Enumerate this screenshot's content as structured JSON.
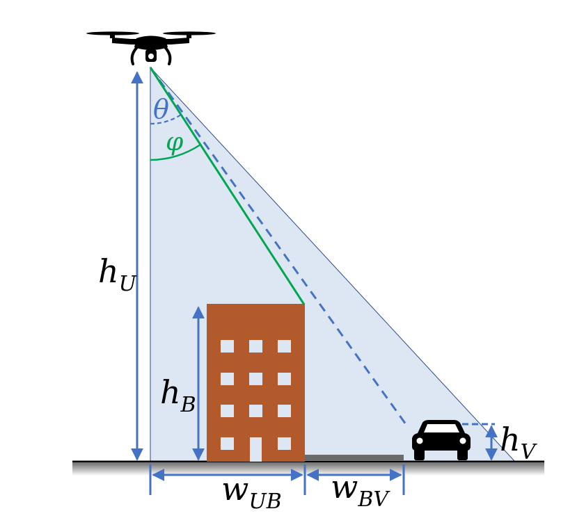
{
  "labels": {
    "h_U": {
      "main": "h",
      "sub": "U"
    },
    "h_B": {
      "main": "h",
      "sub": "B"
    },
    "h_V": {
      "main": "h",
      "sub": "V"
    },
    "w_UB": {
      "main": "w",
      "sub": "UB"
    },
    "w_BV": {
      "main": "w",
      "sub": "BV"
    },
    "theta": "θ",
    "phi": "φ"
  },
  "colors": {
    "dimension_arrow": "#4472c4",
    "line_of_sight": "#00a651",
    "coverage_fill": "#dde6f3",
    "coverage_edge": "#2e4a8a",
    "building": "#b35a2c",
    "window": "#dde6f3",
    "ground": "#000000",
    "road": "#6b6b6b",
    "drone": "#000000",
    "vehicle": "#000000"
  },
  "icons": {
    "drone": "drone-icon",
    "vehicle": "car-icon",
    "building": "building-icon"
  }
}
